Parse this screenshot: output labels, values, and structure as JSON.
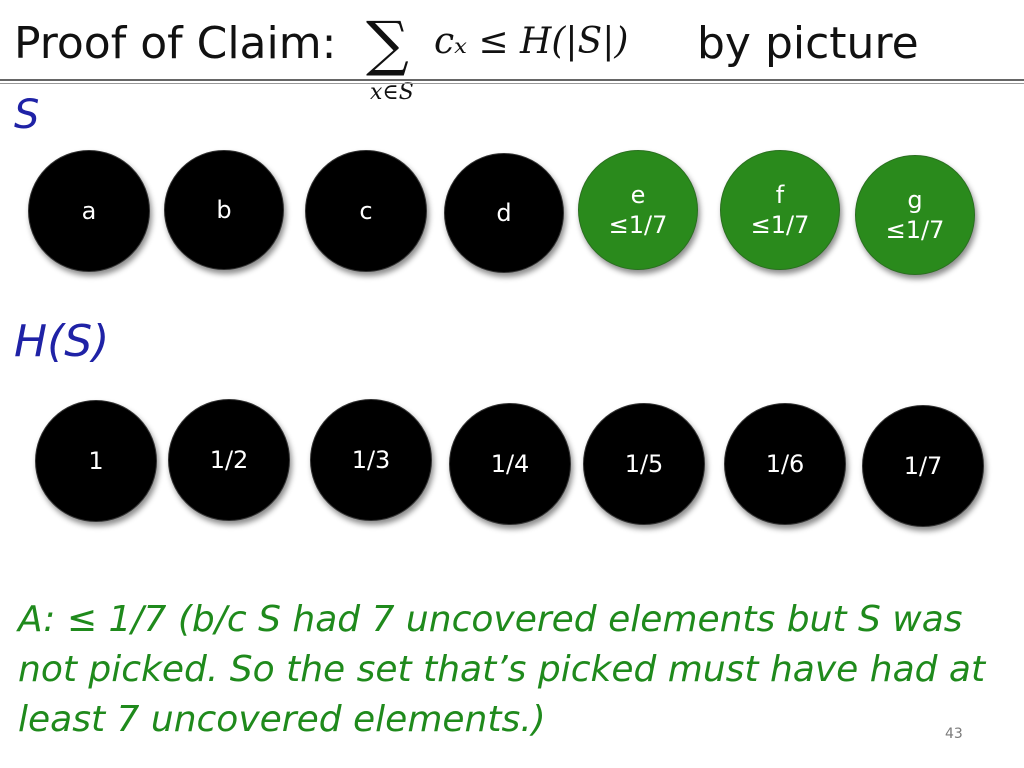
{
  "title": {
    "prefix": "Proof of Claim:",
    "formula_main": "cₓ ≤ H(|S|)",
    "formula_sigma": "∑",
    "formula_sub": "x∈S",
    "suffix": "by picture"
  },
  "labels": {
    "set": "S",
    "harmonic": "H(S)"
  },
  "set_elements": [
    {
      "name": "a",
      "bound": "",
      "covered": false
    },
    {
      "name": "b",
      "bound": "",
      "covered": false
    },
    {
      "name": "c",
      "bound": "",
      "covered": false
    },
    {
      "name": "d",
      "bound": "",
      "covered": false
    },
    {
      "name": "e",
      "bound": "≤1/7",
      "covered": true
    },
    {
      "name": "f",
      "bound": "≤1/7",
      "covered": true
    },
    {
      "name": "g",
      "bound": "≤1/7",
      "covered": true
    }
  ],
  "harmonic_terms": [
    "1",
    "1/2",
    "1/3",
    "1/4",
    "1/5",
    "1/6",
    "1/7"
  ],
  "answer": "A: ≤ 1/7 (b/c S had 7 uncovered elements but S was not picked. So the set that’s picked must have had at least 7 uncovered elements.)",
  "slide_number": "43",
  "colors": {
    "covered": "#2a8a1c",
    "uncovered": "#000000",
    "label": "#1f22a6",
    "answer_text": "#1f8a1c"
  }
}
